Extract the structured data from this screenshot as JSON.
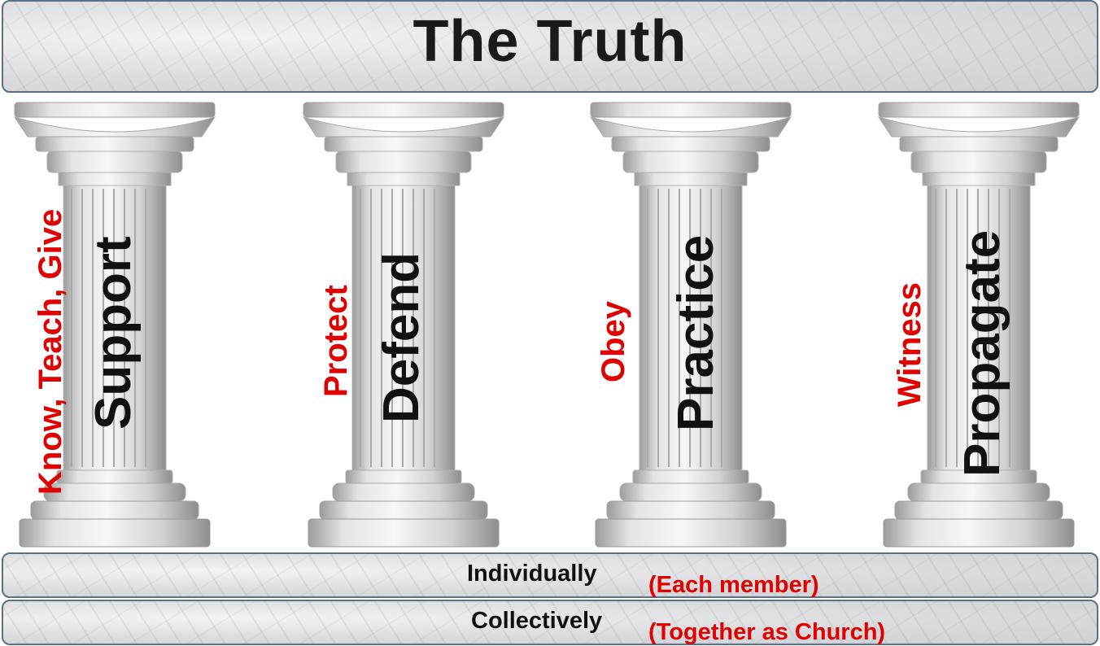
{
  "title": "The Truth",
  "pillars": [
    {
      "word": "Support",
      "action": "Know, Teach, Give"
    },
    {
      "word": "Defend",
      "action": "Protect"
    },
    {
      "word": "Practice",
      "action": "Obey"
    },
    {
      "word": "Propagate",
      "action": "Witness"
    }
  ],
  "foundation": {
    "individually": "Individually",
    "individually_note": "(Each member)",
    "collectively": "Collectively",
    "collectively_note": "(Together as Church)"
  }
}
